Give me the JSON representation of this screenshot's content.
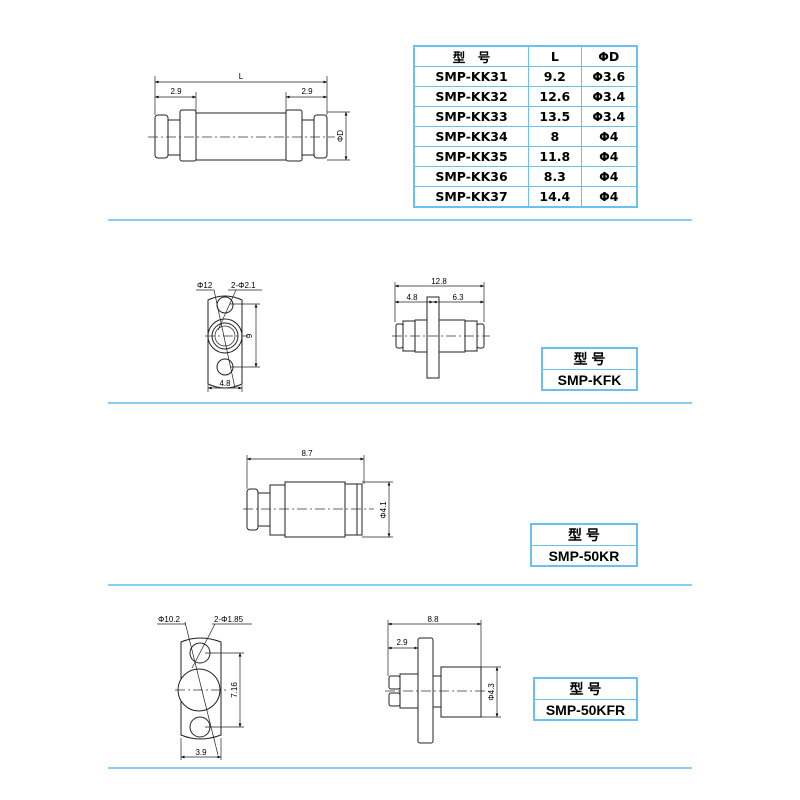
{
  "main_table": {
    "headers": [
      "型　号",
      "L",
      "ΦD"
    ],
    "rows": [
      [
        "SMP-KK31",
        "9.2",
        "Φ3.6"
      ],
      [
        "SMP-KK32",
        "12.6",
        "Φ3.4"
      ],
      [
        "SMP-KK33",
        "13.5",
        "Φ3.4"
      ],
      [
        "SMP-KK34",
        "8",
        "Φ4"
      ],
      [
        "SMP-KK35",
        "11.8",
        "Φ4"
      ],
      [
        "SMP-KK36",
        "8.3",
        "Φ4"
      ],
      [
        "SMP-KK37",
        "14.4",
        "Φ4"
      ]
    ]
  },
  "drawing1": {
    "L": "L",
    "left": "2.9",
    "right": "2.9",
    "diameter": "ΦD"
  },
  "drawing2": {
    "phi": "Φ12",
    "holes": "2-Φ2.1",
    "height": "9",
    "width": "4.8",
    "total": "12.8",
    "left": "4.8",
    "right": "6.3"
  },
  "kfk": {
    "header": "型 号",
    "model": "SMP-KFK"
  },
  "drawing3": {
    "length": "8.7",
    "diameter": "Φ4.1"
  },
  "kr": {
    "header": "型 号",
    "model": "SMP-50KR"
  },
  "drawing4": {
    "phi": "Φ10.2",
    "holes": "2-Φ1.85",
    "height": "7.16",
    "width": "3.9",
    "total": "8.8",
    "left": "2.9",
    "diameter": "Φ4.3"
  },
  "kfr": {
    "header": "型 号",
    "model": "SMP-50KFR"
  }
}
